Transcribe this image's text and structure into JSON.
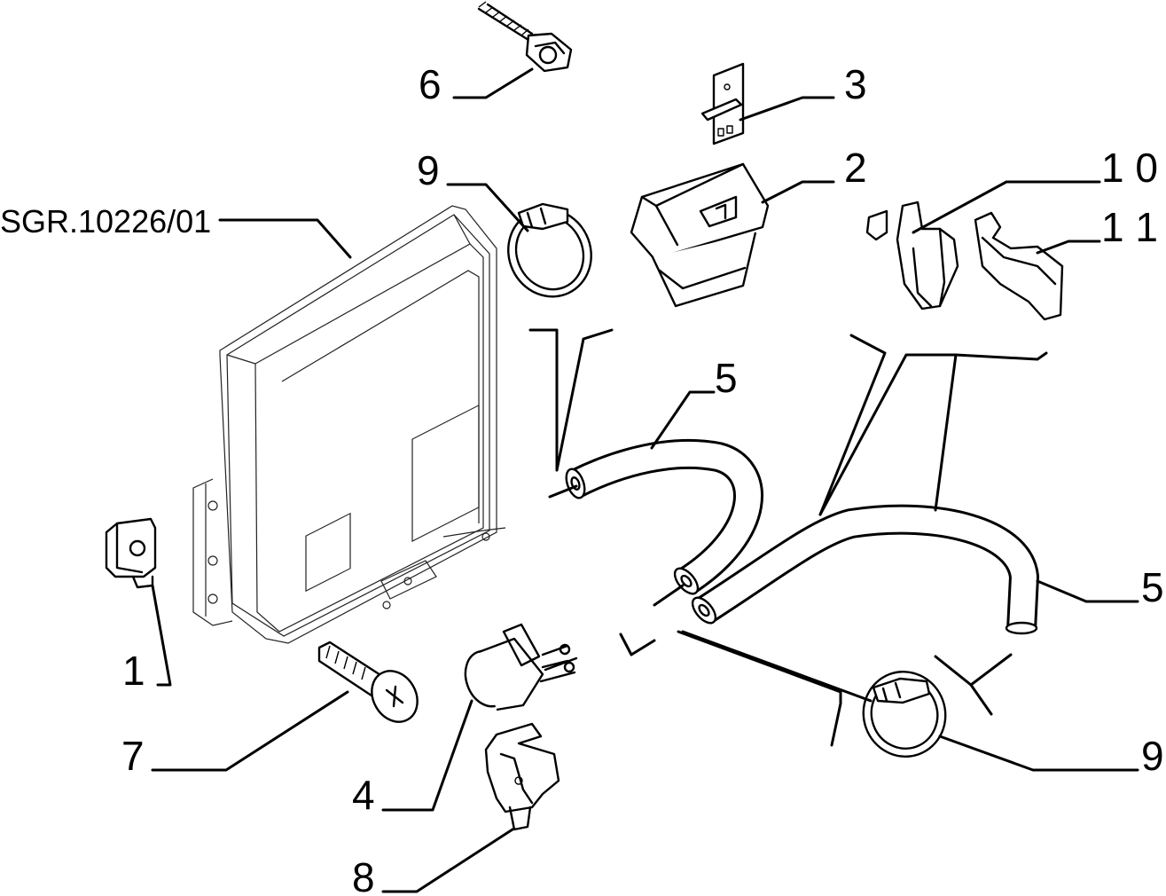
{
  "drawing_ref": "SGR.10226/01",
  "callouts": {
    "c1": "1",
    "c2": "2",
    "c3": "3",
    "c4": "4",
    "c5a": "5",
    "c5b": "5",
    "c6": "6",
    "c7": "7",
    "c8": "8",
    "c9a": "9",
    "c9b": "9",
    "c10": "1 0",
    "c11": "1 1"
  }
}
